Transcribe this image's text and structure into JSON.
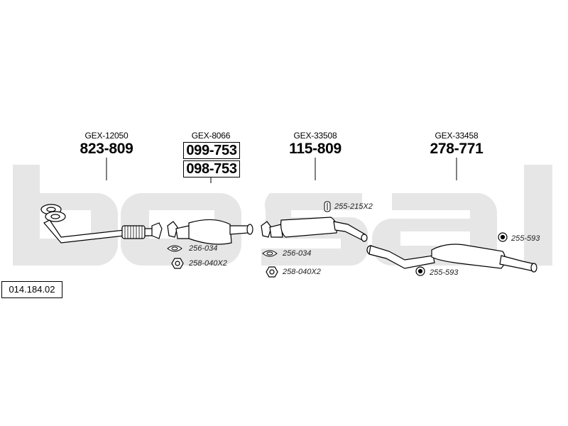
{
  "diagram": {
    "reference_number": "014.184.02",
    "brand_watermark": "bosal",
    "parts": [
      {
        "gex": "GEX-12050",
        "part_numbers": [
          "823-809"
        ]
      },
      {
        "gex": "GEX-8066",
        "part_numbers": [
          "099-753",
          "098-753"
        ]
      },
      {
        "gex": "GEX-33508",
        "part_numbers": [
          "115-809"
        ]
      },
      {
        "gex": "GEX-33458",
        "part_numbers": [
          "278-771"
        ]
      }
    ],
    "accessories": [
      {
        "code": "256-034",
        "icon": "gasket-icon"
      },
      {
        "code": "258-040X2",
        "icon": "nut-icon"
      },
      {
        "code": "256-034",
        "icon": "gasket-icon"
      },
      {
        "code": "258-040X2",
        "icon": "nut-icon"
      },
      {
        "code": "255-215X2",
        "icon": "clamp-icon"
      },
      {
        "code": "255-593",
        "icon": "rubber-mount-icon"
      },
      {
        "code": "255-593",
        "icon": "rubber-mount-icon"
      }
    ],
    "colors": {
      "watermark": "#e6e6e6",
      "line": "#000000",
      "part_fill": "#ffffff"
    }
  }
}
